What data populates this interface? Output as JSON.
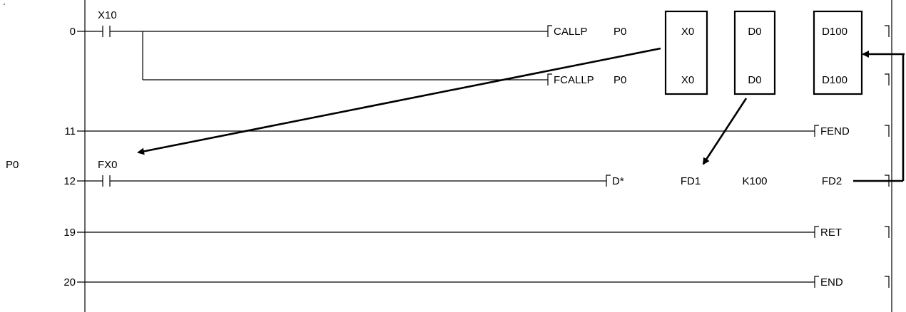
{
  "step_numbers": [
    "0",
    "11",
    "12",
    "19",
    "20"
  ],
  "pointer_label": "P0",
  "contacts": {
    "x10": "X10",
    "fx0": "FX0"
  },
  "instructions": {
    "callp": {
      "op": "CALLP",
      "pointer": "P0",
      "arg1": "X0",
      "arg2": "D0",
      "arg3": "D100"
    },
    "fcallp": {
      "op": "FCALLP",
      "pointer": "P0",
      "arg1": "X0",
      "arg2": "D0",
      "arg3": "D100"
    },
    "fend": {
      "op": "FEND"
    },
    "dmul": {
      "op": "D*",
      "arg1": "FD1",
      "arg2": "K100",
      "arg3": "FD2"
    },
    "ret": {
      "op": "RET"
    },
    "end": {
      "op": "END"
    }
  }
}
